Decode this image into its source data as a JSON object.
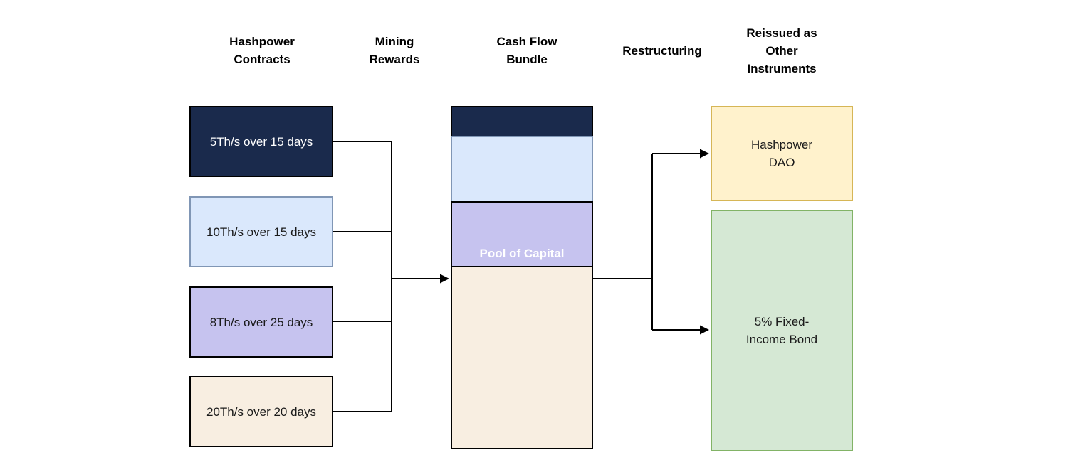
{
  "headers": {
    "hashpower_contracts": "Hashpower\nContracts",
    "mining_rewards": "Mining\nRewards",
    "cash_flow_bundle": "Cash Flow\nBundle",
    "restructuring": "Restructuring",
    "reissued_as_other_instruments": "Reissued as\nOther\nInstruments"
  },
  "contracts": [
    {
      "label": "5Th/s over 15 days",
      "fill": "#1A2A4C",
      "border": "#000000",
      "text_color": "#FFFFFF"
    },
    {
      "label": "10Th/s over 15 days",
      "fill": "#DAE8FC",
      "border": "#8096B5",
      "text_color": "#1A1A1A"
    },
    {
      "label": "8Th/s over 25 days",
      "fill": "#C6C3EF",
      "border": "#000000",
      "text_color": "#1A1A1A"
    },
    {
      "label": "20Th/s over 20 days",
      "fill": "#F8EEE1",
      "border": "#000000",
      "text_color": "#1A1A1A"
    }
  ],
  "bundle": {
    "pool_label": "Pool of Capital",
    "segments": [
      {
        "name": "navy-tranche",
        "fill": "#1A2A4C"
      },
      {
        "name": "blue-tranche",
        "fill": "#DAE8FC"
      },
      {
        "name": "purple-tranche",
        "fill": "#C6C3EF"
      },
      {
        "name": "cream-tranche",
        "fill": "#F8EEE1"
      }
    ]
  },
  "instruments": [
    {
      "label": "Hashpower\nDAO",
      "fill": "#FFF2CC",
      "border": "#D6B656"
    },
    {
      "label": "5% Fixed-\nIncome Bond",
      "fill": "#D5E8D4",
      "border": "#82B366"
    }
  ],
  "connector_color": "#000000"
}
